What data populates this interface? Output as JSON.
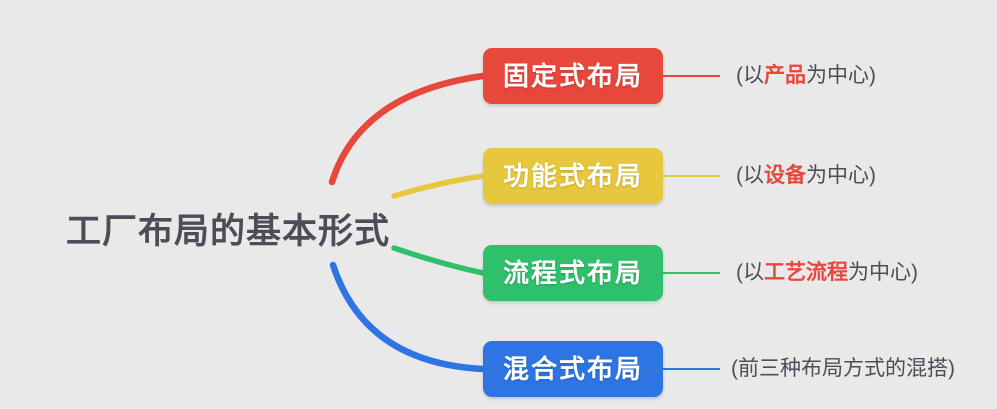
{
  "title": "工厂布局的基本形式",
  "colors": {
    "background": "#e9e9ea",
    "text": "#4d4d57",
    "highlight": "#e8473c"
  },
  "branches": [
    {
      "label": "固定式布局",
      "color": "#e8473c",
      "note": {
        "prefix": "(以",
        "highlight": "产品",
        "suffix": "为中心)"
      }
    },
    {
      "label": "功能式布局",
      "color": "#e7c83d",
      "note": {
        "prefix": "(以",
        "highlight": "设备",
        "suffix": "为中心)"
      }
    },
    {
      "label": "流程式布局",
      "color": "#2fc06b",
      "note": {
        "prefix": "(以",
        "highlight": "工艺流程",
        "suffix": "为中心)"
      }
    },
    {
      "label": "混合式布局",
      "color": "#2e75e3",
      "note": {
        "prefix": "(前三种布局方式的混搭)",
        "highlight": "",
        "suffix": ""
      }
    }
  ]
}
